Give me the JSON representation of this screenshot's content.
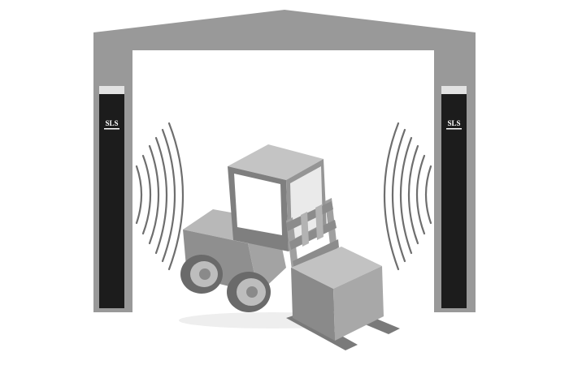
{
  "scene": {
    "background": "#ffffff",
    "frame_color": "#999999",
    "antenna_color": "#1c1c1c",
    "antenna_cap_color": "#d9d9d9",
    "wave_color": "#6e6e6e"
  },
  "antennas": [
    {
      "side": "left",
      "brand_text": "SLS",
      "logo_detail": "logo",
      "icon": "rfid-antenna-icon"
    },
    {
      "side": "right",
      "brand_text": "SLS",
      "logo_detail": "logo",
      "icon": "rfid-antenna-icon"
    }
  ],
  "objects": {
    "vehicle": "forklift-icon",
    "load": "pallet-box-icon",
    "signal": "radio-wave-icon"
  }
}
